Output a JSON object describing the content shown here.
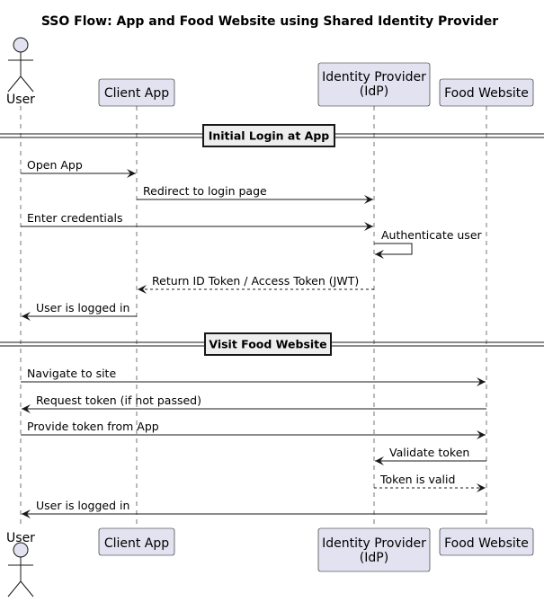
{
  "diagram": {
    "title": "SSO Flow: App and Food Website using Shared Identity Provider",
    "participants": [
      {
        "id": "user",
        "label": [
          "User"
        ],
        "kind": "actor"
      },
      {
        "id": "client",
        "label": [
          "Client App"
        ],
        "kind": "box"
      },
      {
        "id": "idp",
        "label": [
          "Identity Provider",
          "(IdP)"
        ],
        "kind": "box"
      },
      {
        "id": "food",
        "label": [
          "Food Website"
        ],
        "kind": "box"
      }
    ],
    "dividers": [
      {
        "label": "Initial Login at App"
      },
      {
        "label": "Visit Food Website"
      }
    ],
    "messages": [
      {
        "from": "user",
        "to": "client",
        "label": "Open App",
        "style": "solid"
      },
      {
        "from": "client",
        "to": "idp",
        "label": "Redirect to login page",
        "style": "solid"
      },
      {
        "from": "user",
        "to": "idp",
        "label": "Enter credentials",
        "style": "solid"
      },
      {
        "from": "idp",
        "to": "idp",
        "label": "Authenticate user",
        "style": "solid"
      },
      {
        "from": "idp",
        "to": "client",
        "label": "Return ID Token / Access Token (JWT)",
        "style": "dashed"
      },
      {
        "from": "client",
        "to": "user",
        "label": "User is logged in",
        "style": "solid"
      },
      {
        "from": "user",
        "to": "food",
        "label": "Navigate to site",
        "style": "solid"
      },
      {
        "from": "food",
        "to": "user",
        "label": "Request token (if not passed)",
        "style": "solid"
      },
      {
        "from": "user",
        "to": "food",
        "label": "Provide token from App",
        "style": "solid"
      },
      {
        "from": "food",
        "to": "idp",
        "label": "Validate token",
        "style": "solid"
      },
      {
        "from": "idp",
        "to": "food",
        "label": "Token is valid",
        "style": "dashed"
      },
      {
        "from": "food",
        "to": "user",
        "label": "User is logged in",
        "style": "solid"
      }
    ],
    "colors": {
      "participant_fill": "#e2e2f0",
      "participant_stroke": "#181818",
      "lifeline": "#181818",
      "divider_fill": "#eeeeee",
      "arrow": "#181818"
    }
  }
}
